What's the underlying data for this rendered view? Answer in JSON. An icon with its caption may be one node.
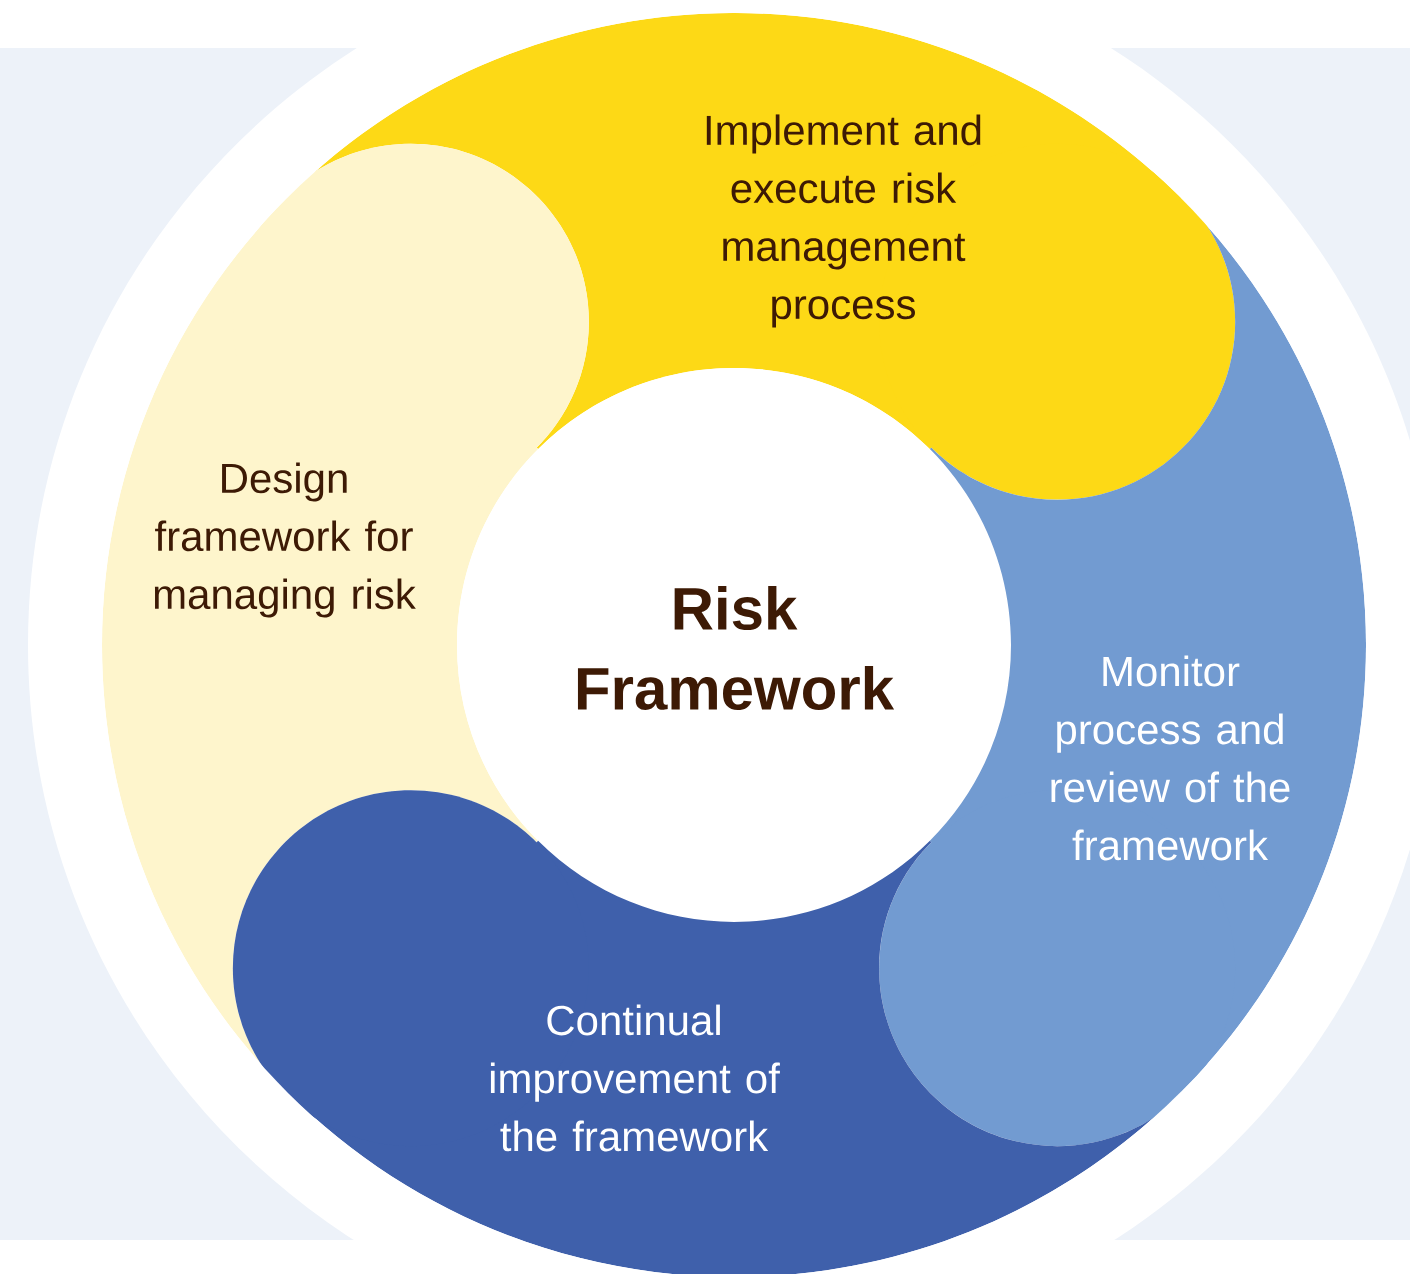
{
  "diagram": {
    "nodes": [
      {
        "text": [
          "Implement and execute risk management process"
        ]
      },
      {
        "text": [
          "Design framework for managing risk"
        ]
      },
      {
        "text": [
          "Risk Framework"
        ]
      },
      {
        "text": [
          "Monitor process and review of the framework"
        ]
      },
      {
        "text": [
          "Continual improvement of the framework"
        ]
      }
    ]
  }
}
